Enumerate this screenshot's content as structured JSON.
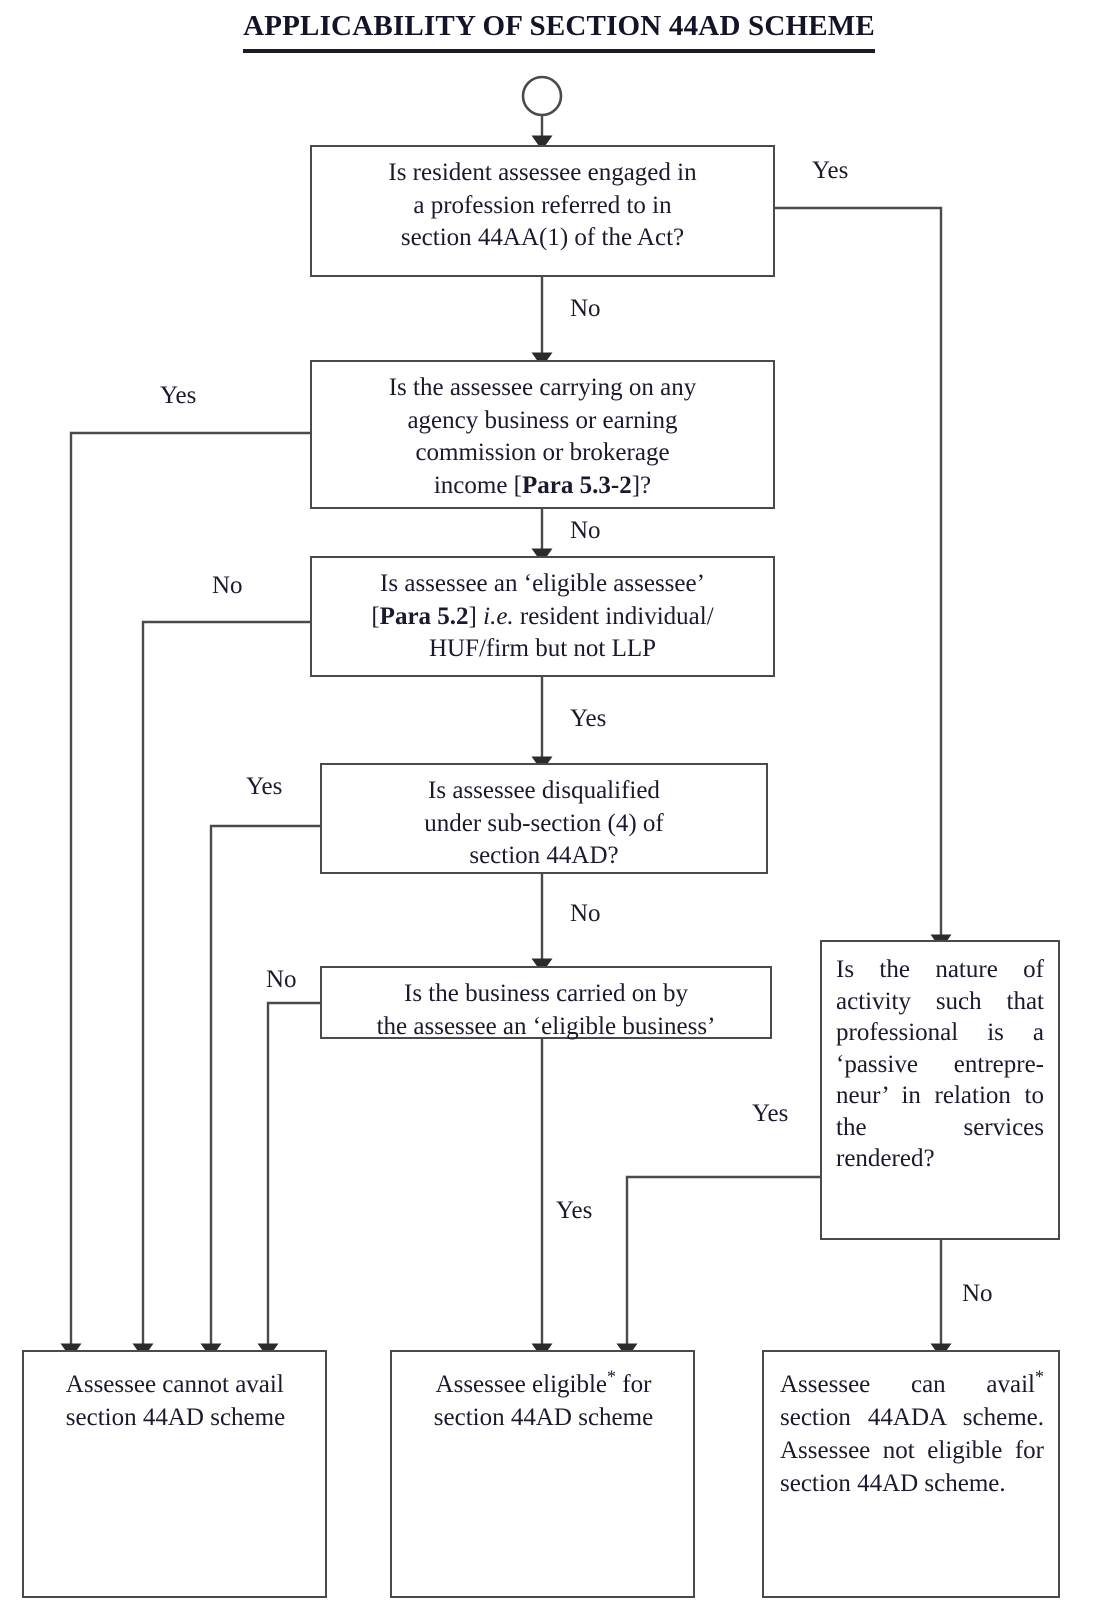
{
  "title": "APPLICABILITY OF SECTION 44AD SCHEME",
  "diagram": {
    "type": "flowchart",
    "start_node": {
      "shape": "circle",
      "label": ""
    },
    "nodes": [
      {
        "id": "q1",
        "shape": "rect",
        "text_plain": "Is resident assessee engaged in a profession referred to in section 44AA(1) of the Act?",
        "lines": [
          "Is resident assessee engaged in",
          "a profession referred to in",
          "section 44AA(1) of the Act?"
        ]
      },
      {
        "id": "q2",
        "shape": "rect",
        "text_plain": "Is the assessee carrying on any agency business or earning commission or brokerage income [Para 5.3-2]?",
        "line1": "Is the assessee carrying on any",
        "line2": "agency business or earning",
        "line3": "commission or brokerage",
        "line4_pre": "income [",
        "line4_bold": "Para 5.3-2",
        "line4_post": "]?"
      },
      {
        "id": "q3",
        "shape": "rect",
        "text_plain": "Is assessee an 'eligible assessee' [Para 5.2] i.e. resident individual/HUF/firm but not LLP",
        "line1": "Is assessee an ‘eligible assessee’",
        "line2_pre": "[",
        "line2_bold": "Para 5.2",
        "line2_mid": "] ",
        "line2_ital": "i.e.",
        "line2_post": " resident individual/",
        "line3": "HUF/firm but not LLP"
      },
      {
        "id": "q4",
        "shape": "rect",
        "text_plain": "Is assessee disqualified under sub-section (4) of section 44AD?",
        "lines": [
          "Is assessee disqualified",
          "under sub-section (4) of",
          "section 44AD?"
        ]
      },
      {
        "id": "q5",
        "shape": "rect",
        "text_plain": "Is the business carried on by the assessee an 'eligible business'",
        "lines": [
          "Is the business carried on by",
          "the assessee an ‘eligible business’"
        ]
      },
      {
        "id": "q6",
        "shape": "rect",
        "text_plain": "Is the nature of activity such that professional is a 'passive entrepreneur' in relation to the services rendered?",
        "justified": "Is the nature of activity such that profes­sional is a ‘pas­sive entrepre­neur’ in relation to the services rendered?"
      },
      {
        "id": "t1",
        "shape": "rect",
        "kind": "terminal",
        "text_plain": "Assessee cannot avail section 44AD scheme",
        "lines": [
          "Assessee cannot avail",
          "section 44AD scheme"
        ]
      },
      {
        "id": "t2",
        "shape": "rect",
        "kind": "terminal",
        "text_plain": "Assessee eligible* for section 44AD scheme",
        "line1_pre": "Assessee eligible",
        "line1_ast": "*",
        "line1_post": " for",
        "line2": "section 44AD scheme"
      },
      {
        "id": "t3",
        "shape": "rect",
        "kind": "terminal",
        "text_plain": "Assessee can avail* section 44ADA scheme. Assessee not eligible for section 44AD scheme.",
        "line1_pre": "Assessee can avail",
        "line1_ast": "*",
        "rest": " section 44ADA scheme. Assessee not eligible for section 44AD scheme."
      }
    ],
    "edges": [
      {
        "from": "start",
        "to": "q1",
        "label": ""
      },
      {
        "from": "q1",
        "to": "q6",
        "label": "Yes"
      },
      {
        "from": "q1",
        "to": "q2",
        "label": "No"
      },
      {
        "from": "q2",
        "to": "t1",
        "label": "Yes"
      },
      {
        "from": "q2",
        "to": "q3",
        "label": "No"
      },
      {
        "from": "q3",
        "to": "t1",
        "label": "No"
      },
      {
        "from": "q3",
        "to": "q4",
        "label": "Yes"
      },
      {
        "from": "q4",
        "to": "t1",
        "label": "Yes"
      },
      {
        "from": "q4",
        "to": "q5",
        "label": "No"
      },
      {
        "from": "q5",
        "to": "t1",
        "label": "No"
      },
      {
        "from": "q5",
        "to": "t2",
        "label": "Yes"
      },
      {
        "from": "q6",
        "to": "t2",
        "label": "Yes"
      },
      {
        "from": "q6",
        "to": "t3",
        "label": "No"
      }
    ],
    "edge_labels": {
      "q1_yes": "Yes",
      "q1_no": "No",
      "q2_yes": "Yes",
      "q2_no": "No",
      "q3_no": "No",
      "q3_yes": "Yes",
      "q4_yes": "Yes",
      "q4_no": "No",
      "q5_no": "No",
      "q5_yes": "Yes",
      "q6_yes": "Yes",
      "q6_no": "No"
    },
    "colors": {
      "line": "#4a4a4a",
      "text": "#1a1a2e",
      "background": "#ffffff"
    }
  }
}
